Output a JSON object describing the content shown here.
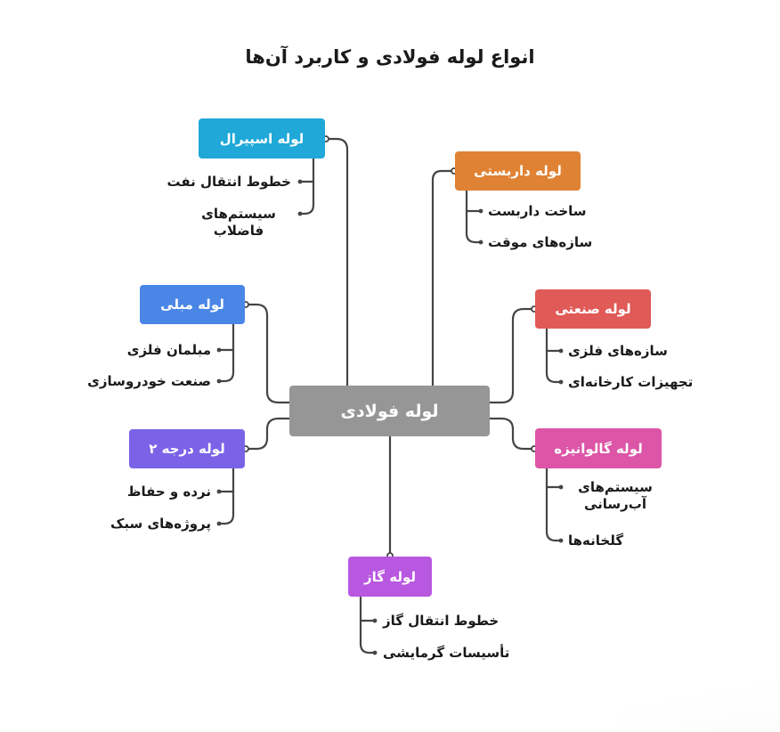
{
  "title": "انواع لوله فولادی و کاربرد آن‌ها",
  "colors": {
    "wire": "#454545",
    "center": "#969696",
    "spiral": "#1fa8d8",
    "scaffold": "#e08233",
    "furniture": "#4a86e6",
    "industrial": "#e05a57",
    "grade2": "#7b63e8",
    "galvanized": "#dc55a6",
    "gas": "#b857e0"
  },
  "center": {
    "label": "لوله فولادی"
  },
  "branches": {
    "spiral": {
      "label": "لوله اسپیرال",
      "items": [
        "خطوط انتقال نفت",
        "سیستم‌های",
        "فاضلاب"
      ]
    },
    "scaffold": {
      "label": "لوله داربستی",
      "items": [
        "ساخت داربست",
        "سازه‌های موقت"
      ]
    },
    "furniture": {
      "label": "لوله مبلی",
      "items": [
        "مبلمان فلزی",
        "صنعت خودروسازی"
      ]
    },
    "industrial": {
      "label": "لوله صنعتی",
      "items": [
        "سازه‌های فلزی",
        "تجهیزات کارخانه‌ای"
      ]
    },
    "grade2": {
      "label": "لوله درجه ۲",
      "items": [
        "نرده و حفاظ",
        "پروژه‌های سبک"
      ]
    },
    "galvanized": {
      "label": "لوله گالوانیزه",
      "items": [
        "سیستم‌های",
        "آب‌رسانی",
        "گلخانه‌ها"
      ]
    },
    "gas": {
      "label": "لوله گاز",
      "items": [
        "خطوط انتقال گاز",
        "تأسیسات گرمایشی"
      ]
    }
  }
}
